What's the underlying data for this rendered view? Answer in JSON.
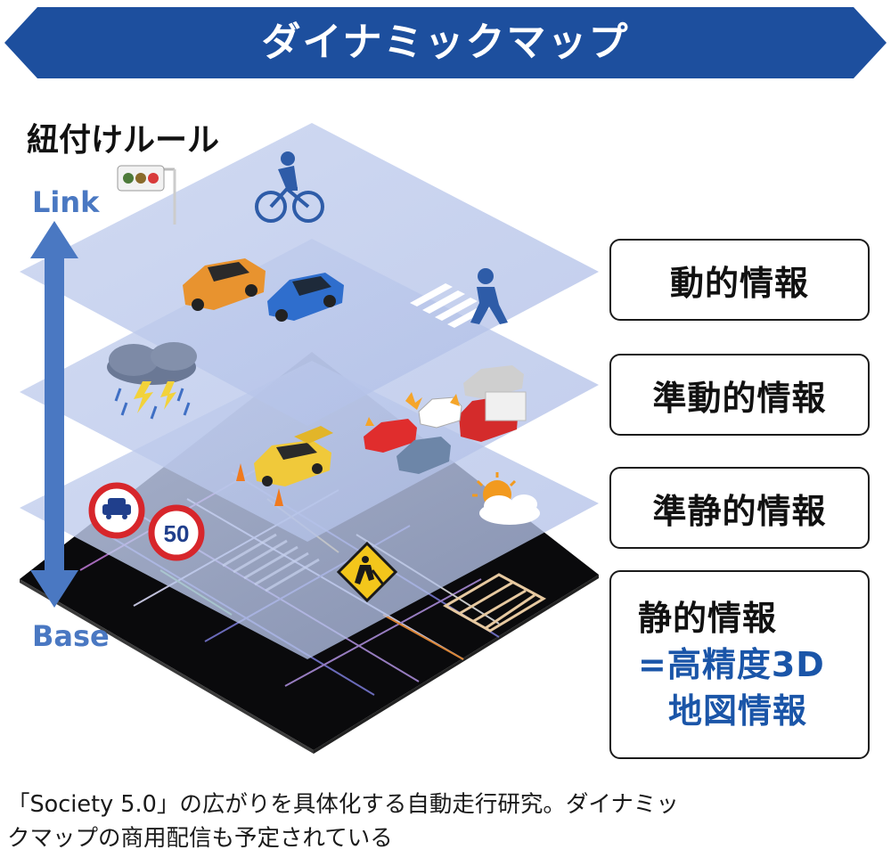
{
  "banner": {
    "title": "ダイナミックマップ",
    "color": "#1d4f9e"
  },
  "axis": {
    "heading": "紐付けルール",
    "top_label": "Link",
    "bottom_label": "Base",
    "arrow_color": "#4a78c2"
  },
  "layers": [
    {
      "label": "動的情報"
    },
    {
      "label": "準動的情報"
    },
    {
      "label": "準静的情報"
    },
    {
      "label_line1": "静的情報",
      "label_line2": "=高精度3D",
      "label_line3": "地図情報",
      "highlight_color": "#1a55a8"
    }
  ],
  "speed_sign": {
    "value": "50"
  },
  "caption": {
    "line1": "「Society 5.0」の広がりを具体化する自動走行研究。ダイナミッ",
    "line2": "クマップの商用配信も予定されている"
  }
}
